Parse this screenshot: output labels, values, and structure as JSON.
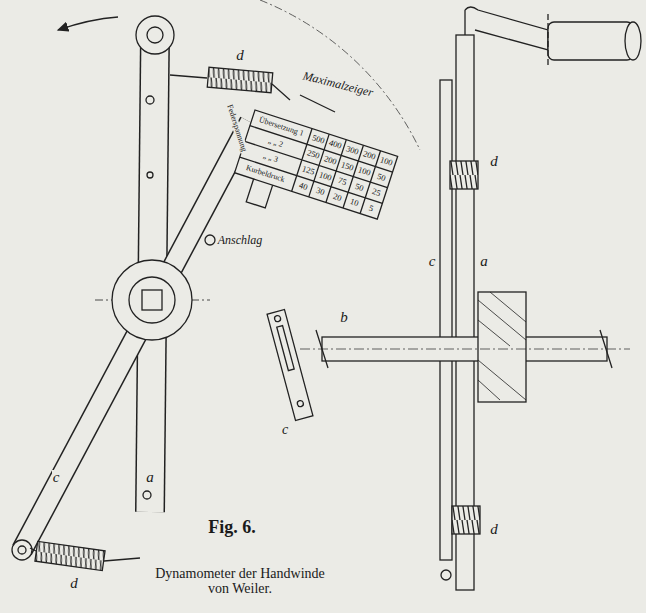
{
  "diagram": {
    "title": "Fig. 6.",
    "caption": "Dynamometer der Handwinde von Weiler.",
    "labels": [
      "d",
      "Maximalzeiger",
      "Federspannung",
      "Anschlag",
      "a",
      "c",
      "d",
      "c",
      "d",
      "c",
      "a",
      "b",
      "d",
      "Übersetzung 1",
      "500",
      "400",
      "300",
      "200",
      "100",
      "„ „ 2",
      "250",
      "200",
      "150",
      "100",
      "50",
      "„ „ 3",
      "125",
      "100",
      "75",
      "50",
      "25",
      "Kurbeldruck",
      "40",
      "30",
      "20",
      "10",
      "5"
    ]
  }
}
